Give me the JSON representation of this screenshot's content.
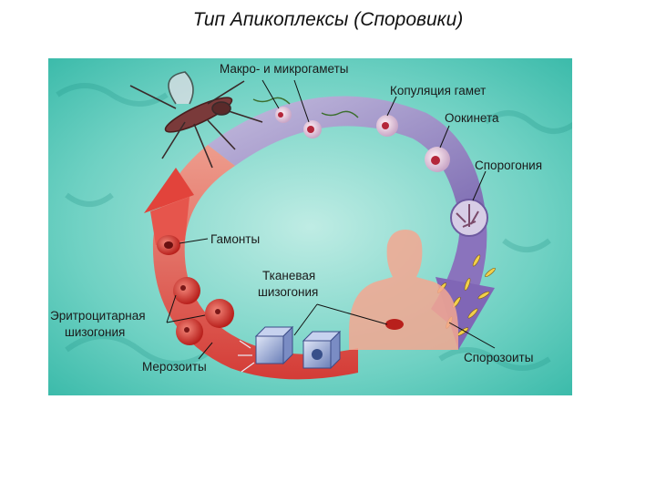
{
  "title": "Тип Апикоплексы (Споровики)",
  "labels": {
    "gametes": "Макро- и микрогаметы",
    "copulation": "Копуляция гамет",
    "ookinete": "Оокинета",
    "sporogony": "Спорогония",
    "gamonts": "Гамонты",
    "tissue_line1": "Тканевая",
    "tissue_line2": "шизогония",
    "erythro_line1": "Эритроцитарная",
    "erythro_line2": "шизогония",
    "merozoites": "Мерозоиты",
    "sporozoites": "Спорозоиты"
  },
  "colors": {
    "background": "#4cc4b4",
    "ring_red": "#e8524a",
    "ring_purple": "#9a86c4",
    "human": "#f2a08a"
  }
}
